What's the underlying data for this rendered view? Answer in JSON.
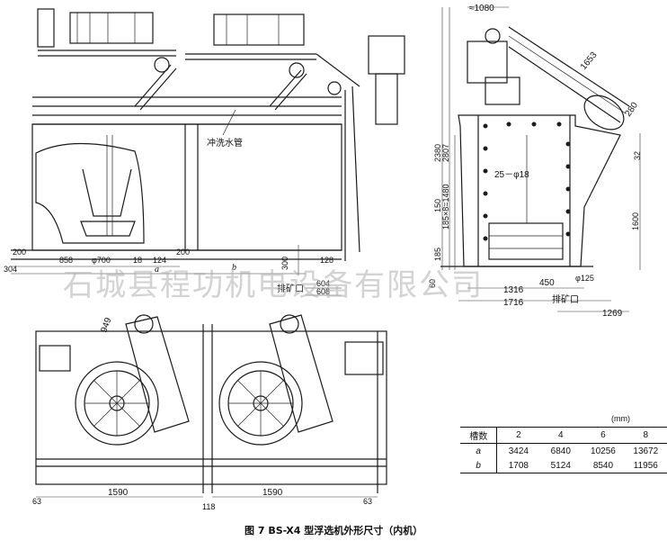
{
  "front_view": {
    "labels": {
      "wash_pipe": "冲洗水管",
      "discharge_port": "排矿口"
    },
    "dims": {
      "d200_top": "200",
      "d200_bottom": "200",
      "d304": "304",
      "d858": "858",
      "d700": "φ700",
      "d18": "18",
      "d124": "124",
      "d300": "300",
      "d128": "128",
      "d604": "604",
      "d608": "608",
      "a": "a",
      "b": "b"
    }
  },
  "side_view": {
    "labels": {
      "discharge_port": "排矿口",
      "holes": "25－φ18"
    },
    "dims": {
      "d1080": "≈1080",
      "d1653": "1653",
      "d280": "280",
      "d2380": "2380",
      "d2807": "2807",
      "d150": "150",
      "d1480": "185×8=1480",
      "d185": "185",
      "d60": "60",
      "d1600": "1600",
      "d32": "32",
      "d450": "450",
      "d125": "φ125",
      "d1316": "1316",
      "d1716": "1716",
      "d1269": "1269"
    }
  },
  "plan_view": {
    "dims": {
      "d949": "949",
      "d63_left": "63",
      "d63_right": "63",
      "d1590_left": "1590",
      "d1590_right": "1590",
      "d118": "118"
    }
  },
  "spec_table": {
    "unit": "(mm)",
    "header": [
      "槽数",
      "2",
      "4",
      "6",
      "8"
    ],
    "rows": [
      [
        "a",
        "3424",
        "6840",
        "10256",
        "13672"
      ],
      [
        "b",
        "1708",
        "5124",
        "8540",
        "11956"
      ]
    ]
  },
  "caption": "图 7  BS-X4 型浮选机外形尺寸（内机）",
  "watermark": "石城县程功机电设备有限公司"
}
